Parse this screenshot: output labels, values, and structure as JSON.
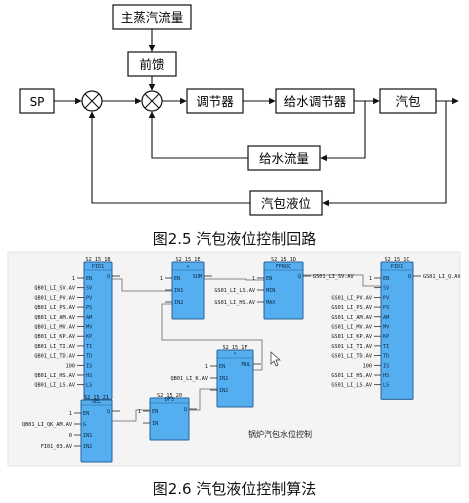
{
  "fig1": {
    "blocks": {
      "main_steam_flow": "主蒸汽流量",
      "feedforward": "前馈",
      "sp": "SP",
      "regulator": "调节器",
      "feedwater_regulator": "给水调节器",
      "drum": "汽包",
      "feedwater_flow": "给水流量",
      "drum_level": "汽包液位"
    },
    "caption": "图2.5 汽包液位控制回路"
  },
  "fig2": {
    "blocks": {
      "pid1": {
        "tag": "S2_15_1B",
        "type": "PID1",
        "pins": [
          "EN",
          "SV",
          "PV",
          "PS",
          "AM",
          "MV",
          "KP",
          "TI",
          "TD",
          "IS",
          "HS",
          "LS"
        ],
        "out": "Q",
        "inputs": [
          "1",
          "QB01_LI_SV.AV",
          "QB01_LI_PV.AV",
          "QB01_LI_PS.AV",
          "QB01_LI_AM.AV",
          "QB01_LI_MV.AV",
          "QB01_LI_KP.AV",
          "QB01_LI_TI.AV",
          "QB01_LI_TD.AV",
          "100",
          "QB01_LI_HS.AV",
          "QB01_LI_LS.AV"
        ]
      },
      "sum": {
        "tag": "S2_15_1E",
        "type": "+",
        "pins": [
          "EN",
          "IN1",
          "IN2"
        ],
        "out": "SUM",
        "inputs": [
          "1"
        ]
      },
      "fproc": {
        "tag": "S2_15_1D",
        "type": "FPROC",
        "pins": [
          "EN",
          "MIN",
          "MAX"
        ],
        "out": "Q",
        "inputs": [
          "1",
          "GS01_LI_LS.AV",
          "GS01_LI_HS.AV"
        ],
        "output_label": "GS01_LI_SV.AV"
      },
      "pid2": {
        "tag": "S2_15_1C",
        "type": "PID1",
        "pins": [
          "EN",
          "SV",
          "PV",
          "PS",
          "AM",
          "MV",
          "KP",
          "TI",
          "TD",
          "IS",
          "HS",
          "LS"
        ],
        "out": "Q",
        "inputs": [
          "1",
          "",
          "GS01_LI_PV.AV",
          "GS01_LI_PS.AV",
          "GS01_LI_AM.AV",
          "GS01_LI_MV.AV",
          "GS01_LI_KP.AV",
          "GS01_LI_TI.AV",
          "GS01_LI_TD.AV",
          "100",
          "GS01_LI_HS.AV",
          "GS01_LI_LS.AV"
        ],
        "output_label": "GS01_LI_Q.AV"
      },
      "mul": {
        "tag": "S2_15_1F",
        "type": "*",
        "pins": [
          "EN",
          "IN1",
          "IN2"
        ],
        "out": "MUL",
        "inputs": [
          "1",
          "QB01_LI_K.AV"
        ]
      },
      "sel": {
        "tag": "S2_15_21",
        "type": "SEL",
        "pins": [
          "EN",
          "G",
          "IN1",
          "IN2"
        ],
        "out": "Q",
        "inputs": [
          "1",
          "QB01_LI_QK_AM.AV",
          "0",
          "FI01_03.AV"
        ]
      },
      "dfs": {
        "tag": "S2_15_20",
        "type": "DF3",
        "pins": [
          "EN",
          "IN"
        ],
        "out": "Q",
        "inputs": [
          "1",
          ""
        ]
      }
    },
    "annotation": "锅炉汽包水位控制",
    "caption": "图2.6 汽包液位控制算法"
  }
}
